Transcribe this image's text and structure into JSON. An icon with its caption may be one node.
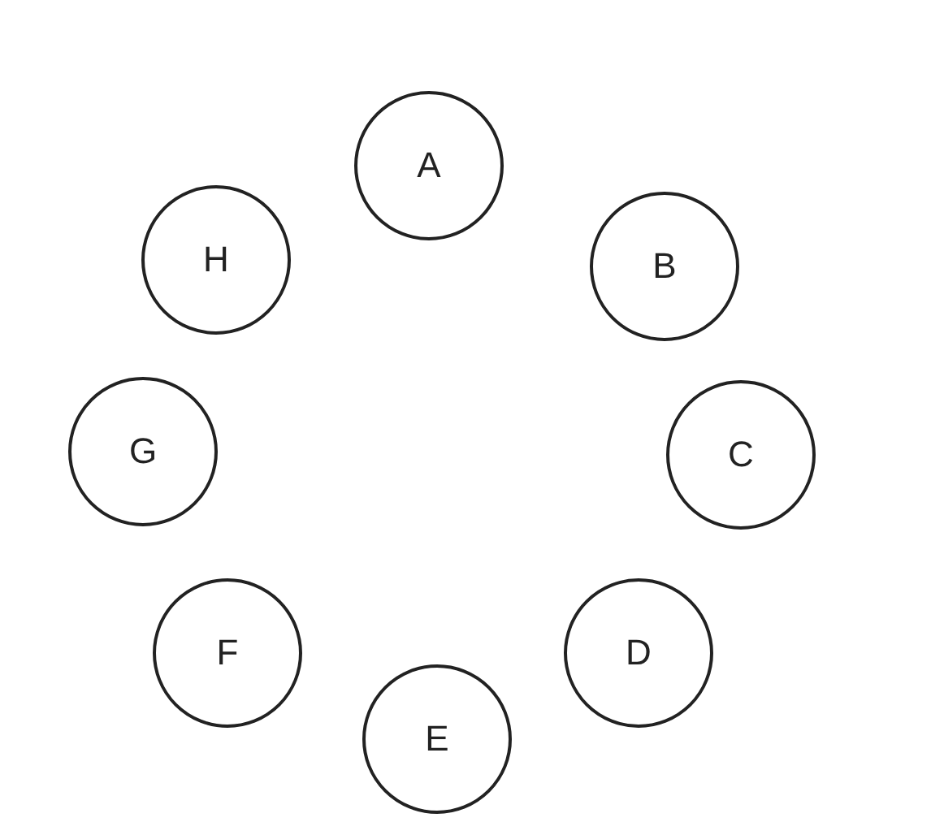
{
  "diagram": {
    "nodes": [
      {
        "text": [
          "A"
        ]
      },
      {
        "text": [
          "B"
        ]
      },
      {
        "text": [
          "C"
        ]
      },
      {
        "text": [
          "D"
        ]
      },
      {
        "text": [
          "E"
        ]
      },
      {
        "text": [
          "F"
        ]
      },
      {
        "text": [
          "G"
        ]
      },
      {
        "text": [
          "H"
        ]
      }
    ]
  }
}
